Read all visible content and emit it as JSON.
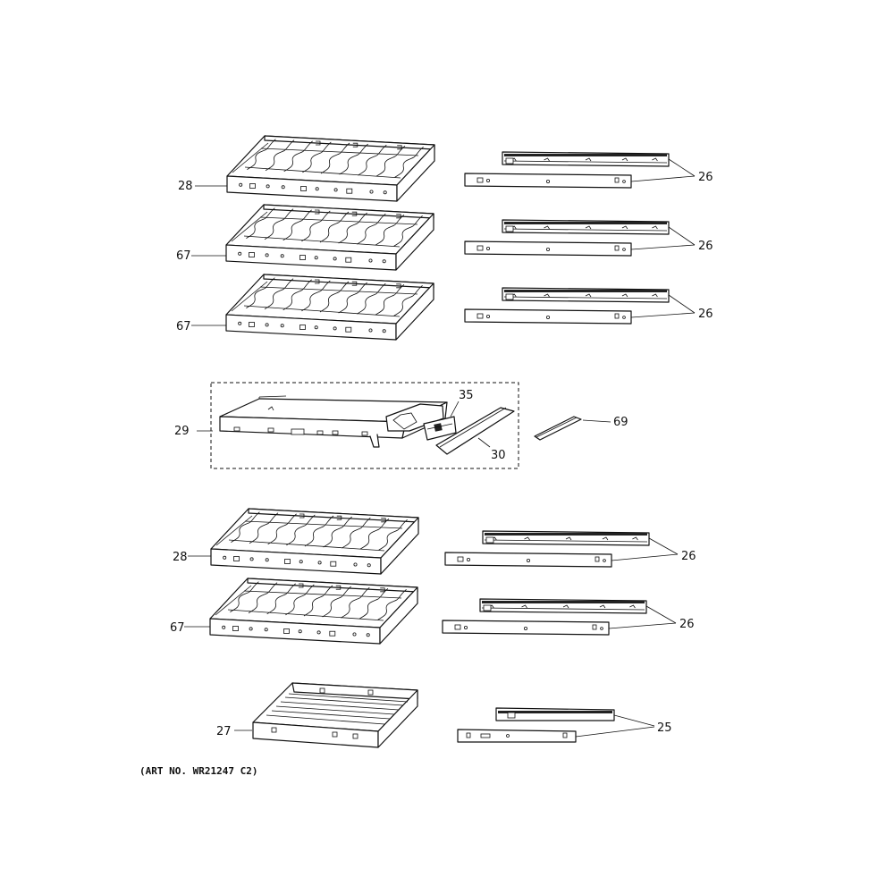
{
  "diagram": {
    "labels": {
      "p28a": "28",
      "p67a": "67",
      "p67b": "67",
      "p29": "29",
      "p35": "35",
      "p30": "30",
      "p69": "69",
      "p28b": "28",
      "p67c": "67",
      "p27": "27",
      "p26a": "26",
      "p26b": "26",
      "p26c": "26",
      "p26d": "26",
      "p26e": "26",
      "p25": "25"
    },
    "art_number": "(ART NO. WR21247 C2)"
  },
  "colors": {
    "line": "#111111",
    "background": "#ffffff"
  }
}
